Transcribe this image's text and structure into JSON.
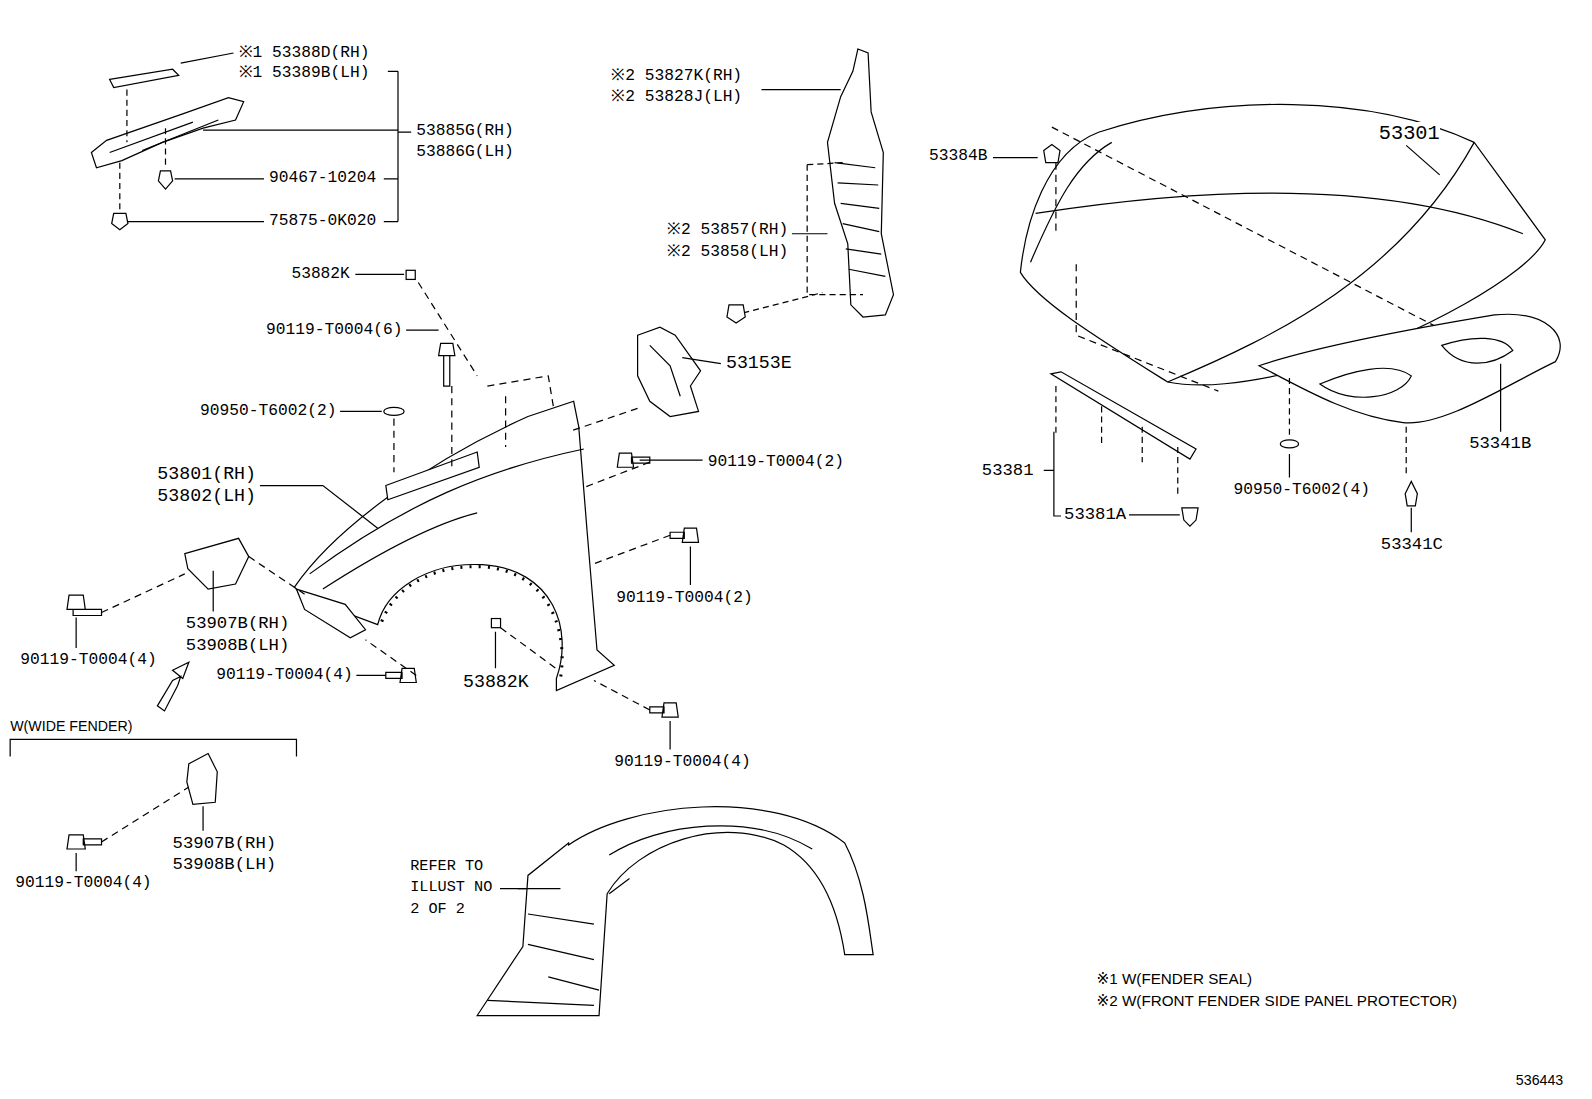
{
  "diagram": {
    "labels": [
      "※1 53388D(RH)",
      "※1 53389B(LH)",
      "53885G(RH)",
      "53886G(LH)",
      "90467-10204",
      "75875-0K020",
      "53882K",
      "90119-T0004(6)",
      "90950-T6002(2)",
      "53801(RH)",
      "53802(LH)",
      "53907B(RH)",
      "53908B(LH)",
      "90119-T0004(4)",
      "90119-T0004(4)",
      "W(WIDE FENDER)",
      "53907B(RH)",
      "53908B(LH)",
      "90119-T0004(4)",
      "※2 53827K(RH)",
      "※2 53828J(LH)",
      "※2 53857(RH)",
      "※2 53858(LH)",
      "53153E",
      "90119-T0004(2)",
      "90119-T0004(2)",
      "53882K",
      "90119-T0004(4)",
      "REFER TO ILLUST NO 2 OF 2",
      "53384B",
      "53301",
      "53341B",
      "53381",
      "53381A",
      "90950-T6002(4)",
      "53341C",
      "※1 W(FENDER SEAL)",
      "※2 W(FRONT FENDER SIDE PANEL PROTECTOR)",
      "536443"
    ]
  }
}
